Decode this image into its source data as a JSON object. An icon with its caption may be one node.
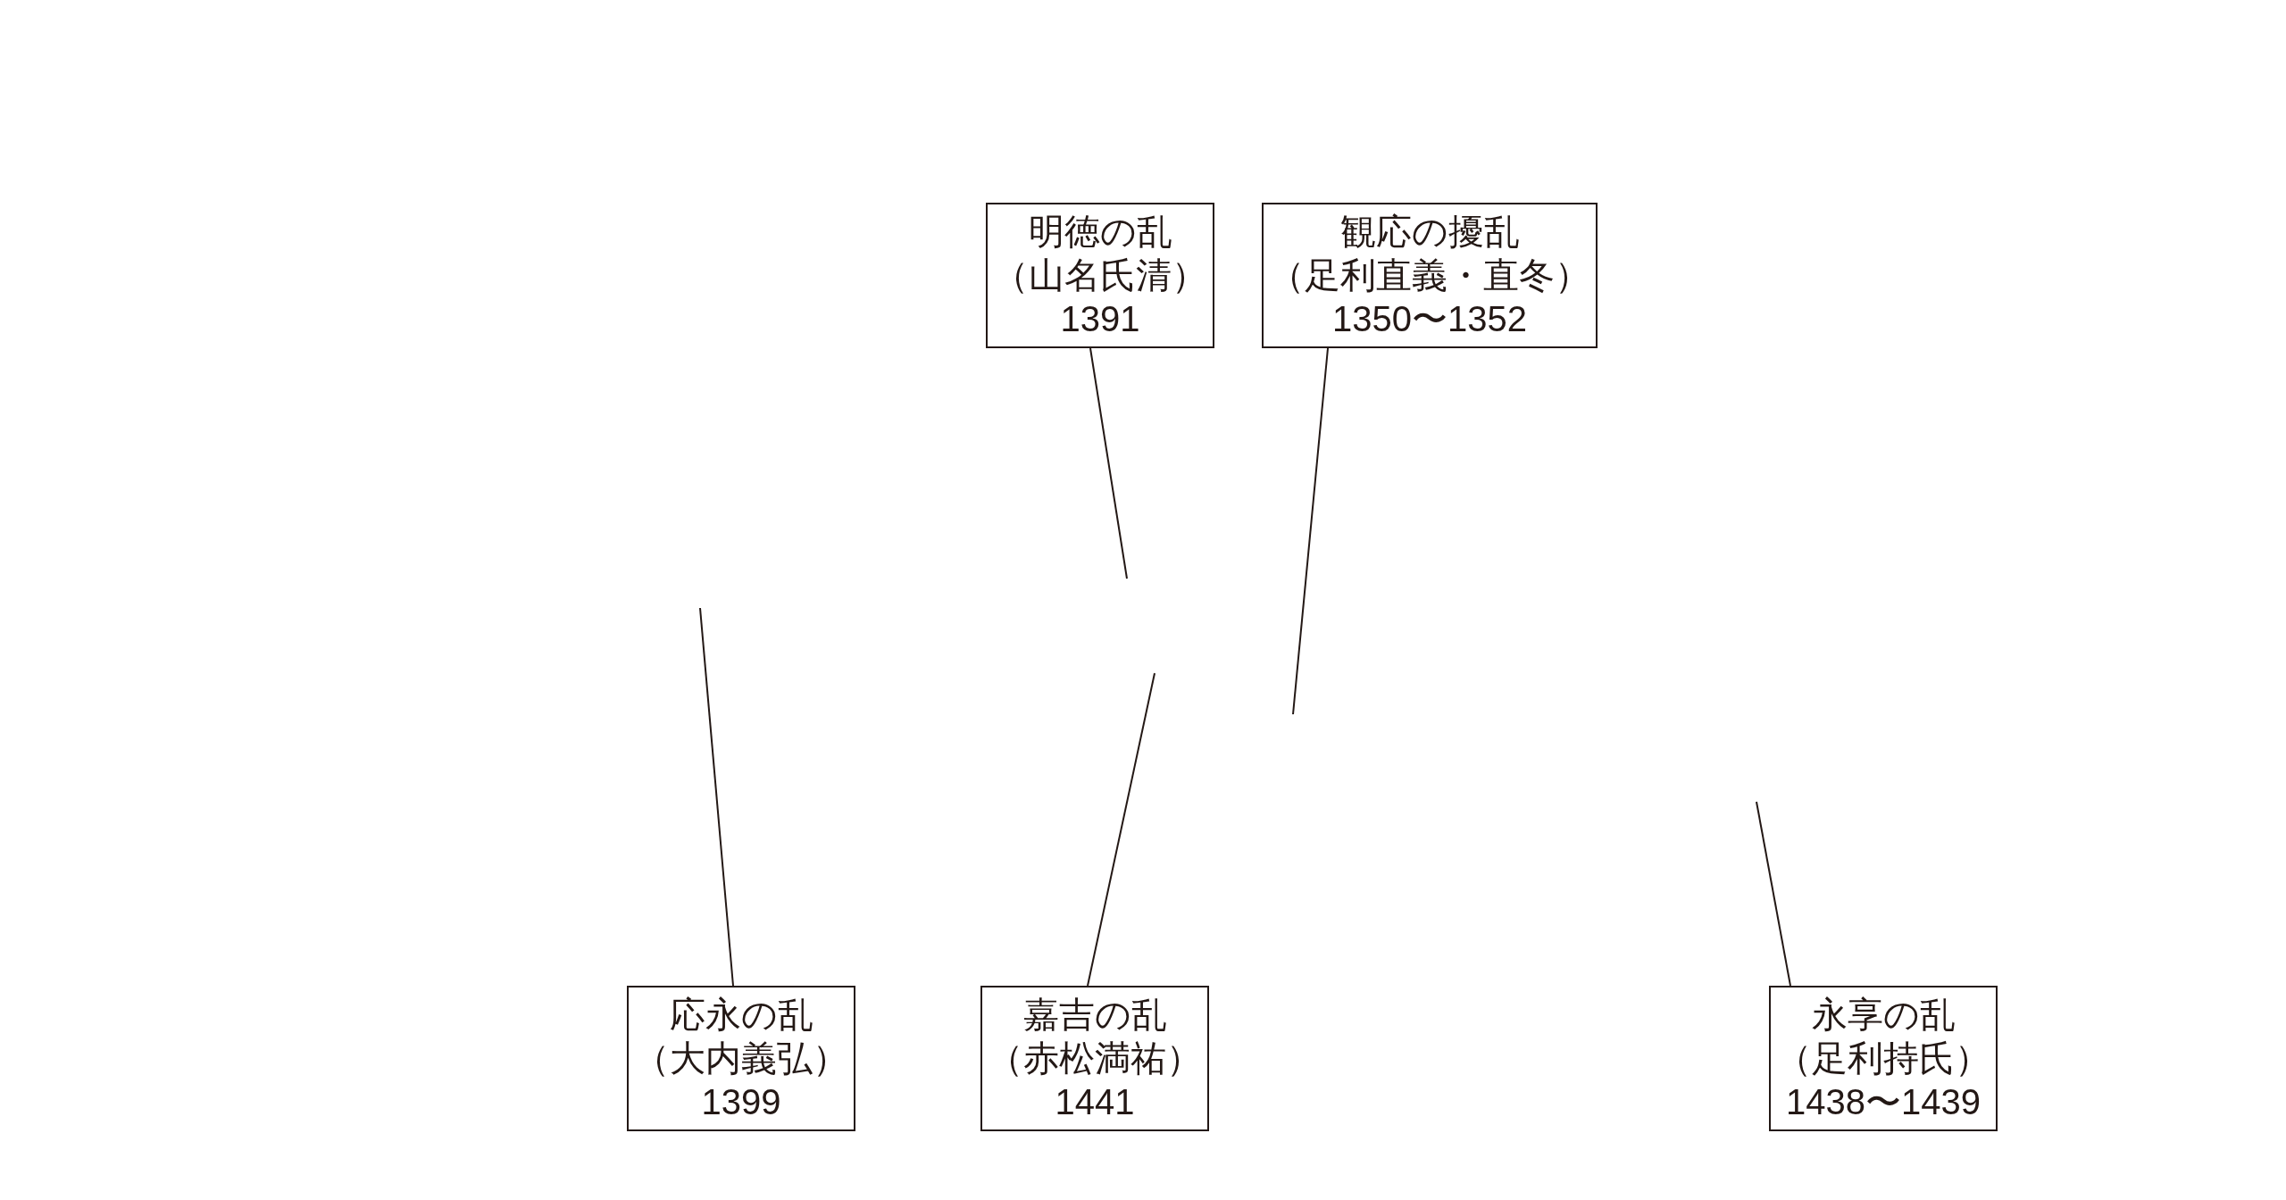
{
  "diagram": {
    "nodes": [
      {
        "text": [
          "明徳の乱",
          "（山名氏清）",
          "1391"
        ]
      },
      {
        "text": [
          "観応の擾乱",
          "（足利直義・直冬）",
          "1350〜1352"
        ]
      },
      {
        "text": [
          "応永の乱",
          "（大内義弘）",
          "1399"
        ]
      },
      {
        "text": [
          "嘉吉の乱",
          "（赤松満祐）",
          "1441"
        ]
      },
      {
        "text": [
          "永享の乱",
          "（足利持氏）",
          "1438〜1439"
        ]
      }
    ],
    "edges": [
      {
        "from": 0,
        "to": null,
        "arrow": "none"
      },
      {
        "from": 1,
        "to": null,
        "arrow": "none"
      },
      {
        "from": 2,
        "to": null,
        "arrow": "none"
      },
      {
        "from": 3,
        "to": null,
        "arrow": "none"
      },
      {
        "from": 4,
        "to": null,
        "arrow": "none"
      }
    ]
  }
}
